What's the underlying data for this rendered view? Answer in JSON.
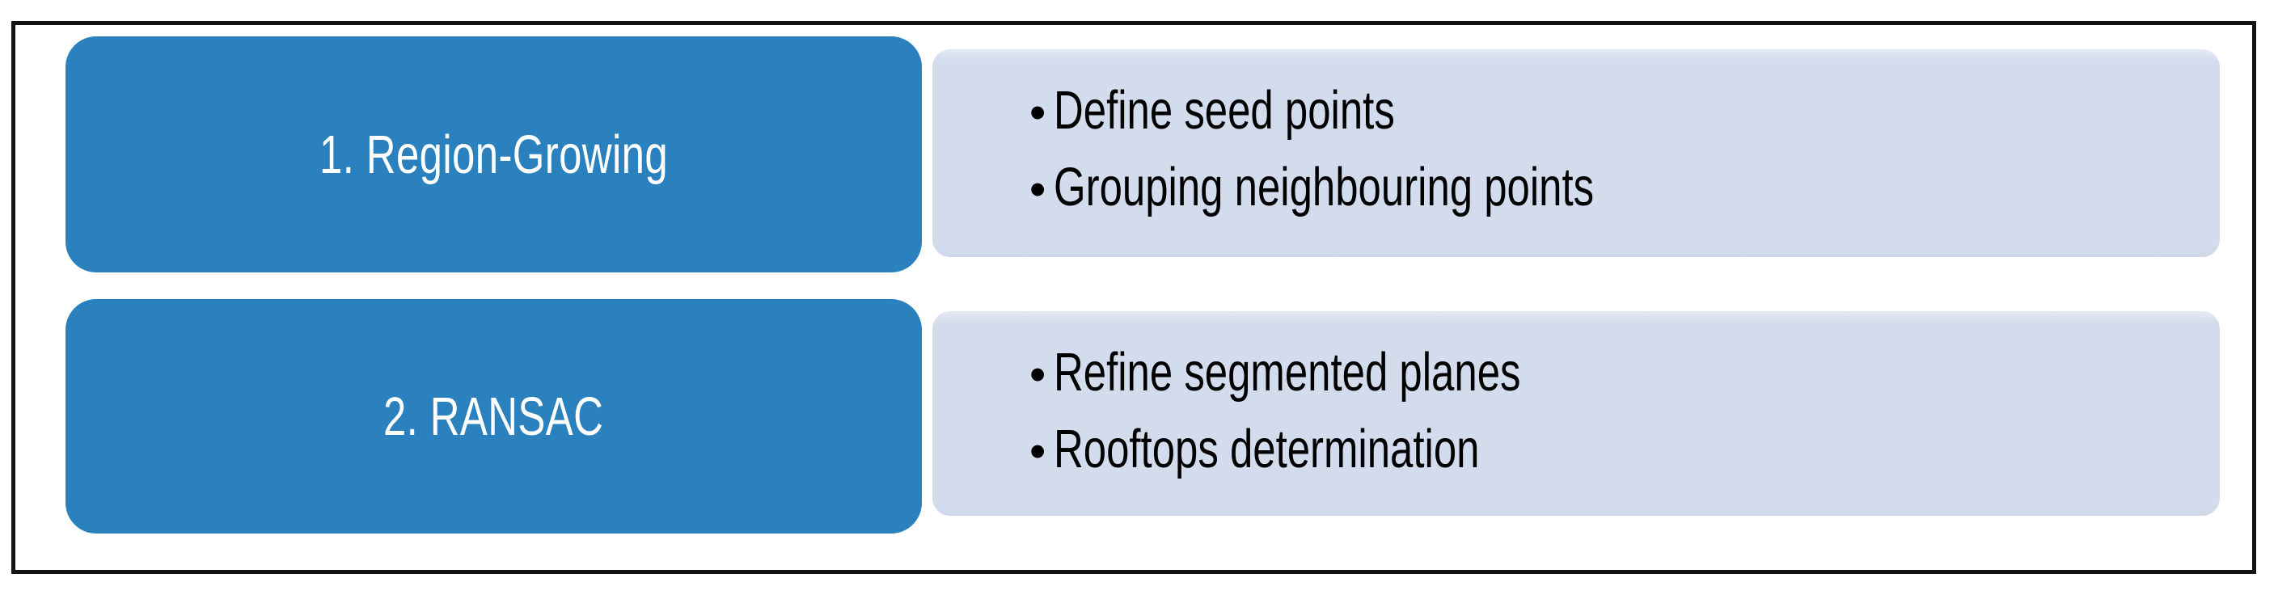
{
  "diagram": {
    "type": "two-step process flow",
    "frame_border_color": "#141414",
    "background_color": "#ffffff",
    "accent_color": "#2a81bd",
    "panel_color": "#d3dced",
    "step_label_color": "#ffffff",
    "bullet_text_color": "#000000",
    "bullet_glyph": "•",
    "steps": [
      {
        "label": "1. Region-Growing",
        "bullets": [
          "Define seed points",
          "Grouping neighbouring points"
        ]
      },
      {
        "label": "2. RANSAC",
        "bullets": [
          "Refine segmented planes",
          "Rooftops determination"
        ]
      }
    ]
  }
}
